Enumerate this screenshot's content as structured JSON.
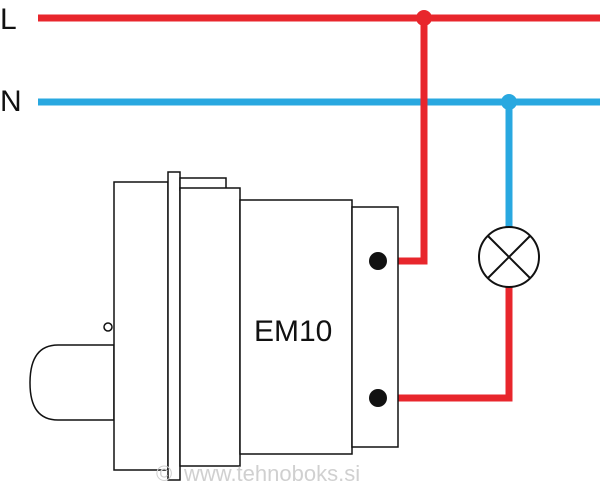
{
  "labels": {
    "live": "L",
    "neutral": "N",
    "device": "EM10"
  },
  "watermark": {
    "symbol": "©",
    "text": "www.tehnoboks.si"
  },
  "colors": {
    "live_wire": "#e8262c",
    "neutral_wire": "#29a8e0",
    "outline": "#111111",
    "terminal": "#111111",
    "watermark": "#d0d0d0"
  },
  "components": {
    "lamp_icon": "lamp-cross-circle",
    "device": "EM10 socket-mounted unit"
  }
}
